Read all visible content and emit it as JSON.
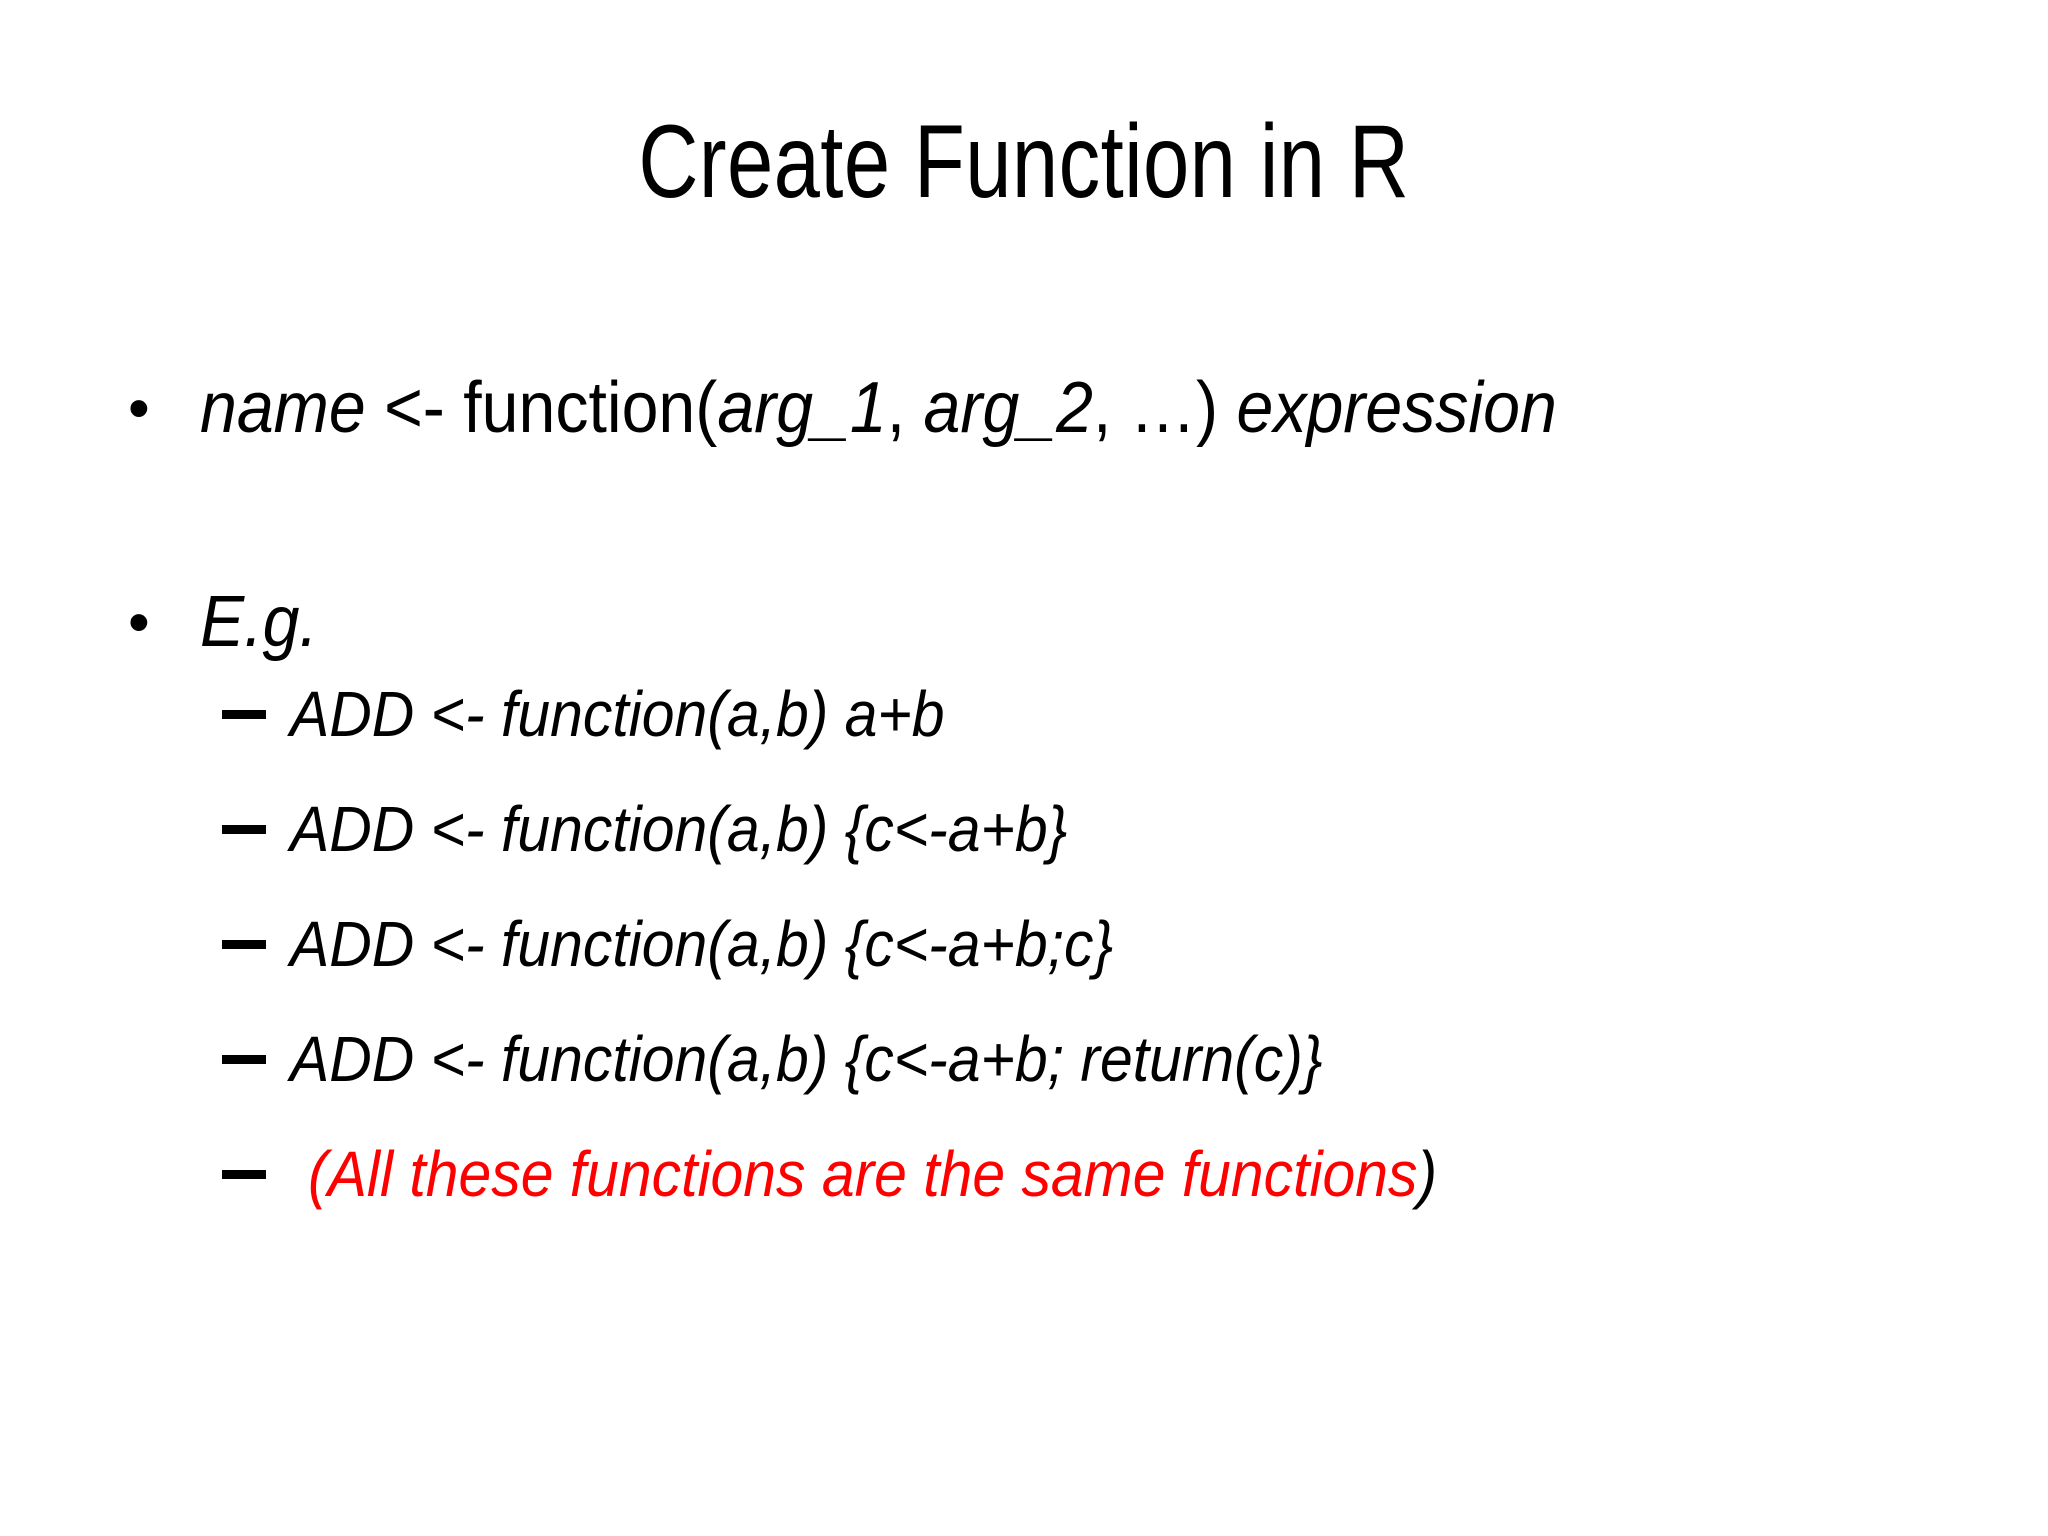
{
  "slide": {
    "background_color": "#ffffff",
    "text_color": "#000000",
    "accent_color": "#ff0000",
    "title": "Create Function in R",
    "bullets": [
      {
        "level": 1,
        "marker": "•",
        "segments": [
          {
            "text": "name",
            "style": "italic"
          },
          {
            "text": " <- function(",
            "style": "roman"
          },
          {
            "text": "arg_1",
            "style": "italic"
          },
          {
            "text": ", ",
            "style": "roman"
          },
          {
            "text": "arg_2",
            "style": "italic"
          },
          {
            "text": ", …) ",
            "style": "roman"
          },
          {
            "text": "expression",
            "style": "italic"
          }
        ],
        "plain": "name <- function(arg_1, arg_2, …) expression"
      },
      {
        "level": 1,
        "marker": "•",
        "segments": [
          {
            "text": "E.g.",
            "style": "italic"
          }
        ],
        "plain": "E.g."
      }
    ],
    "sub_bullets": [
      {
        "marker": "–",
        "text": "ADD <- function(a,b) a+b",
        "color": "#000000"
      },
      {
        "marker": "–",
        "text": "ADD <- function(a,b) {c<-a+b}",
        "color": "#000000"
      },
      {
        "marker": "–",
        "text": "ADD <- function(a,b) {c<-a+b;c}",
        "color": "#000000"
      },
      {
        "marker": "–",
        "text": "ADD <- function(a,b) {c<-a+b; return(c)}",
        "color": "#000000"
      },
      {
        "marker": "–",
        "text": "(All these functions are the same functions",
        "tail": ")",
        "color": "#ff0000",
        "tail_color": "#000000"
      }
    ]
  }
}
